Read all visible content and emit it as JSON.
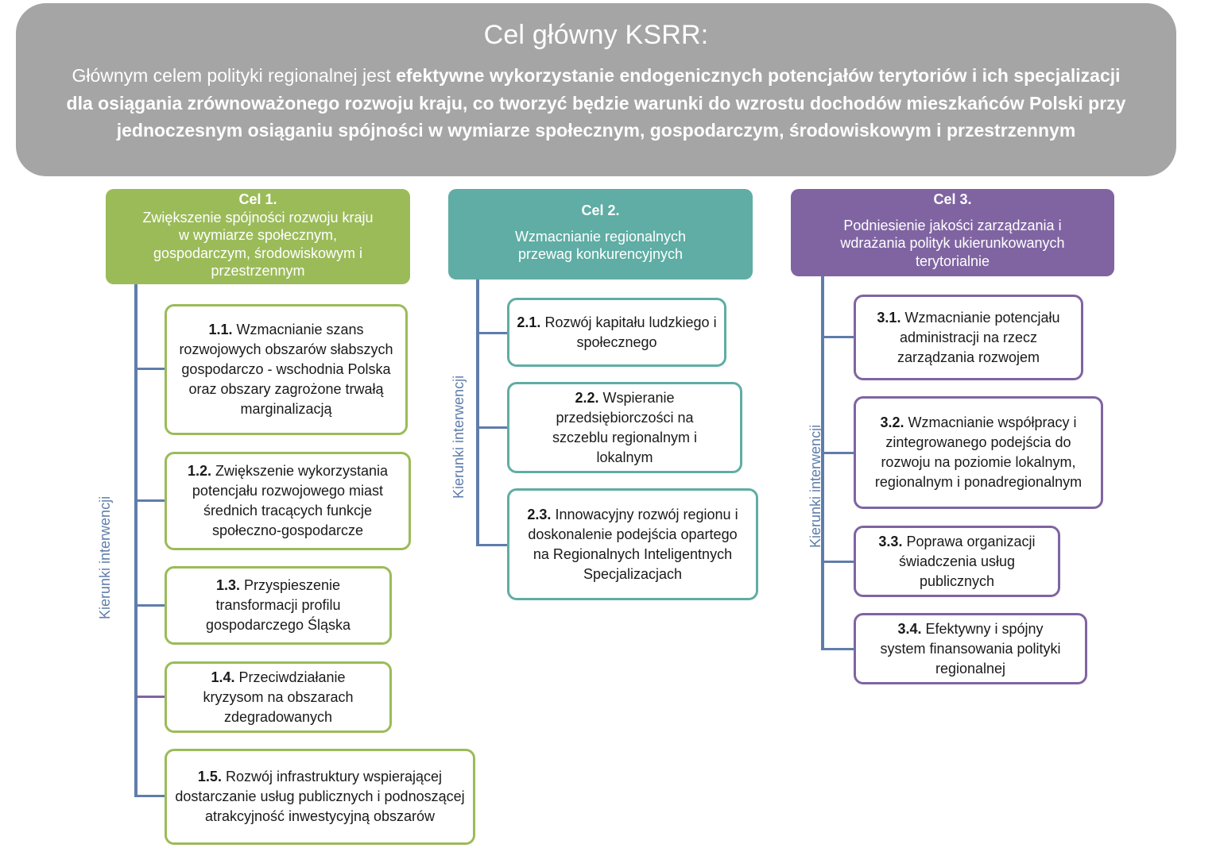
{
  "main_goal": {
    "title": "Cel główny KSRR:",
    "description_plain_start": "Głównym celem polityki regionalnej jest ",
    "description_bold": "efektywne wykorzystanie endogenicznych potencjałów terytoriów i ich specjalizacji dla osiągania zrównoważonego rozwoju kraju, co tworzyć będzie warunki do wzrostu dochodów mieszkańców Polski przy jednoczesnym  osiąganiu spójności w wymiarze społecznym, gospodarczym, środowiskowym i przestrzennym",
    "color": "#a5a5a5"
  },
  "axis_label": "Kierunki interwencji",
  "connector_color": "#5f7dab",
  "goals": [
    {
      "number": "Cel 1.",
      "title": "Zwiększenie spójności rozwoju kraju w wymiarze społecznym, gospodarczym, środowiskowym i przestrzennym",
      "color": "#9bbb59",
      "directions": [
        {
          "number": "1.1.",
          "text": "Wzmacnianie szans rozwojowych obszarów słabszych gospodarczo - wschodnia Polska oraz obszary zagrożone trwałą marginalizacją"
        },
        {
          "number": "1.2.",
          "text": "Zwiększenie wykorzystania potencjału rozwojowego miast średnich tracących funkcje społeczno-gospodarcze"
        },
        {
          "number": "1.3.",
          "text": "Przyspieszenie transformacji profilu gospodarczego Śląska"
        },
        {
          "number": "1.4.",
          "text": "Przeciwdziałanie kryzysom na obszarach zdegradowanych"
        },
        {
          "number": "1.5.",
          "text": " Rozwój infrastruktury wspierającej dostarczanie usług publicznych  i podnoszącej atrakcyjność inwestycyjną obszarów"
        }
      ]
    },
    {
      "number": "Cel 2.",
      "title": "Wzmacnianie regionalnych przewag konkurencyjnych",
      "color": "#5fada4",
      "directions": [
        {
          "number": "2.1.",
          "text": "Rozwój kapitału ludzkiego i społecznego"
        },
        {
          "number": "2.2.",
          "text": "Wspieranie przedsiębiorczości na szczeblu regionalnym i lokalnym"
        },
        {
          "number": "2.3.",
          "text": "Innowacyjny rozwój regionu i doskonalenie podejścia opartego na Regionalnych Inteligentnych Specjalizacjach"
        }
      ]
    },
    {
      "number": "Cel 3.",
      "title": "Podniesienie jakości zarządzania i wdrażania polityk ukierunkowanych terytorialnie",
      "color": "#8064a2",
      "directions": [
        {
          "number": "3.1.",
          "text": "Wzmacnianie potencjału administracji na rzecz zarządzania rozwojem"
        },
        {
          "number": "3.2.",
          "text": "Wzmacnianie współpracy i zintegrowanego podejścia do rozwoju na poziomie lokalnym, regionalnym i ponadregionalnym"
        },
        {
          "number": "3.3.",
          "text": "Poprawa organizacji świadczenia usług publicznych"
        },
        {
          "number": "3.4.",
          "text": "Efektywny i spójny system finansowania polityki regionalnej"
        }
      ]
    }
  ]
}
